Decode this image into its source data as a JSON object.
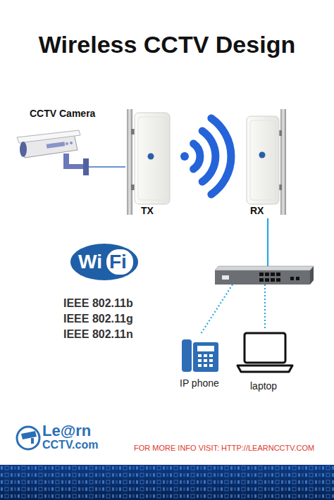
{
  "diagram": {
    "title": "Wireless CCTV Design",
    "nodes": [
      {
        "text": [
          "CCTV Camera"
        ]
      },
      {
        "text": [
          "TX"
        ]
      },
      {
        "text": [
          "RX"
        ]
      },
      {
        "text": []
      },
      {
        "text": [
          "IP phone"
        ]
      },
      {
        "text": [
          "laptop"
        ]
      }
    ],
    "edges": [
      {
        "from": 0,
        "to": 1,
        "arrow": "none"
      },
      {
        "from": 2,
        "to": 3,
        "arrow": "none"
      },
      {
        "from": 3,
        "to": 4,
        "arrow": "none"
      },
      {
        "from": 3,
        "to": 5,
        "arrow": "none"
      }
    ],
    "labels": [
      "Wi",
      "Fi",
      "IEEE 802.11b",
      "IEEE 802.11g",
      "IEEE 802.11n",
      "Le@rn",
      "CCTV.com",
      "FOR MORE INFO VISIT: HTTP://LEARNCCTV.COM"
    ]
  }
}
